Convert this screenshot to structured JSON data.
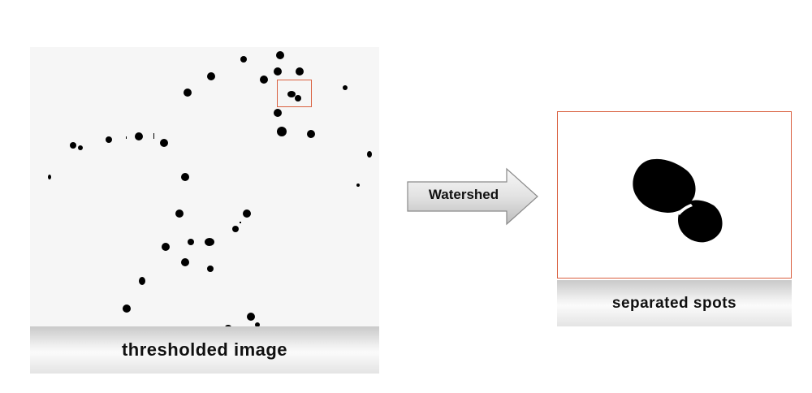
{
  "left_panel": {
    "caption": "thresholded image"
  },
  "arrow": {
    "label": "Watershed"
  },
  "right_panel": {
    "caption": "separated spots"
  },
  "colors": {
    "highlight_box": "#d9603f",
    "spot": "#000000",
    "panel_bg": "#f6f6f6"
  }
}
